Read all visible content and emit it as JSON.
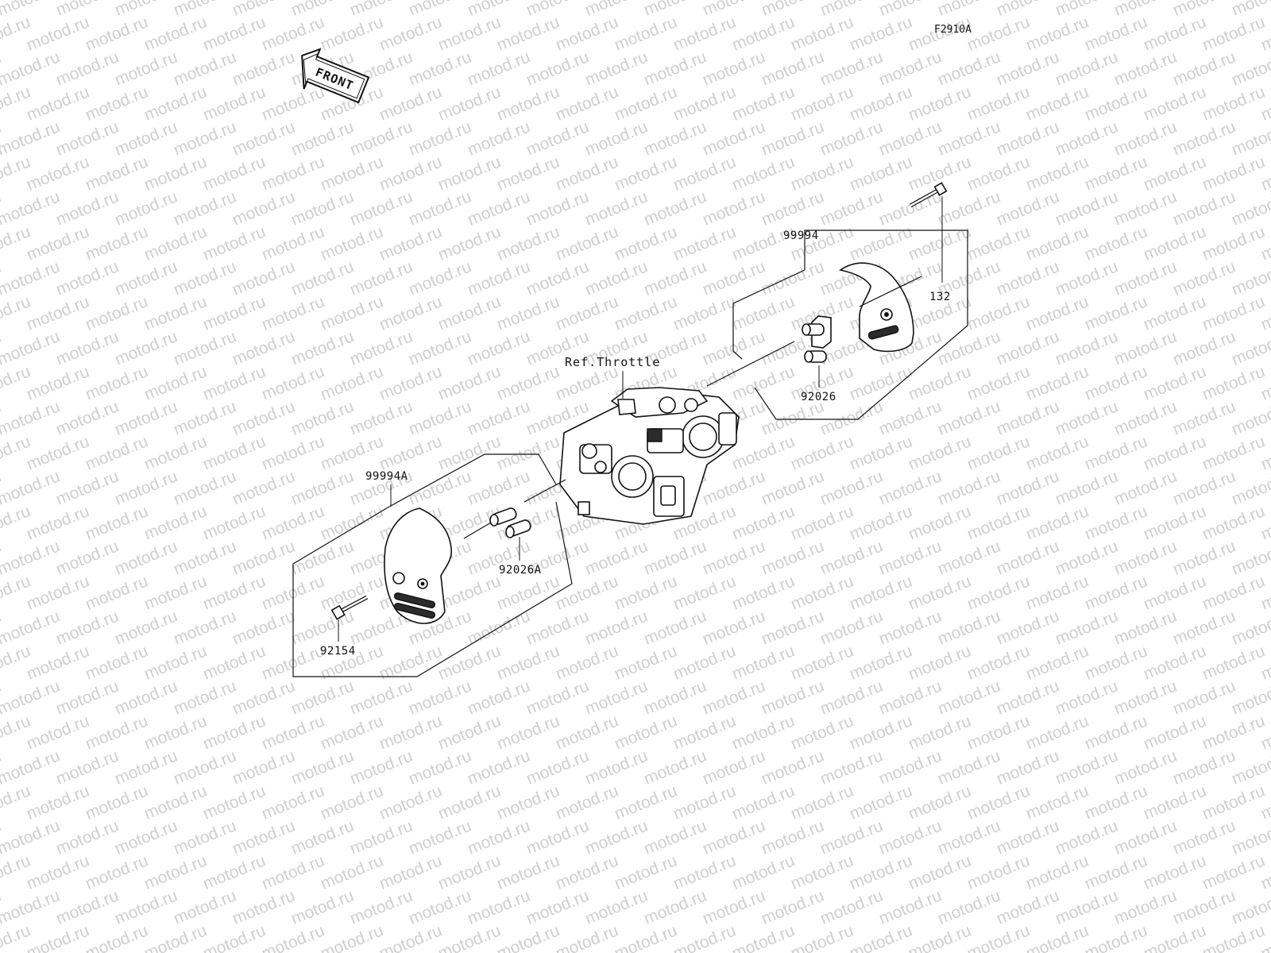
{
  "figure_id": "F2910A",
  "watermark": "motod.ru",
  "front_label": "FRONT",
  "ref_label": "Ref.Throttle",
  "parts": {
    "kit_right": "99994",
    "kit_left": "99994A",
    "bolt_right": "132",
    "collar_right": "92026",
    "collar_left": "92026A",
    "bolt_left": "92154"
  }
}
